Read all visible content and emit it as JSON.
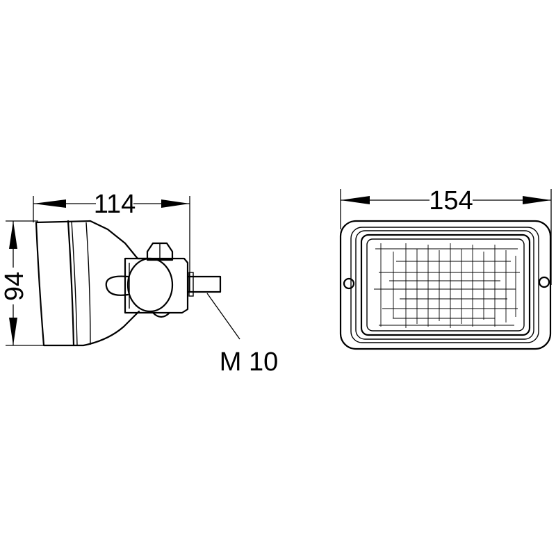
{
  "dimensions": {
    "side_width": "114",
    "height": "94",
    "front_width": "154",
    "thread": "M 10"
  },
  "colors": {
    "line": "#000000",
    "background": "#ffffff"
  }
}
